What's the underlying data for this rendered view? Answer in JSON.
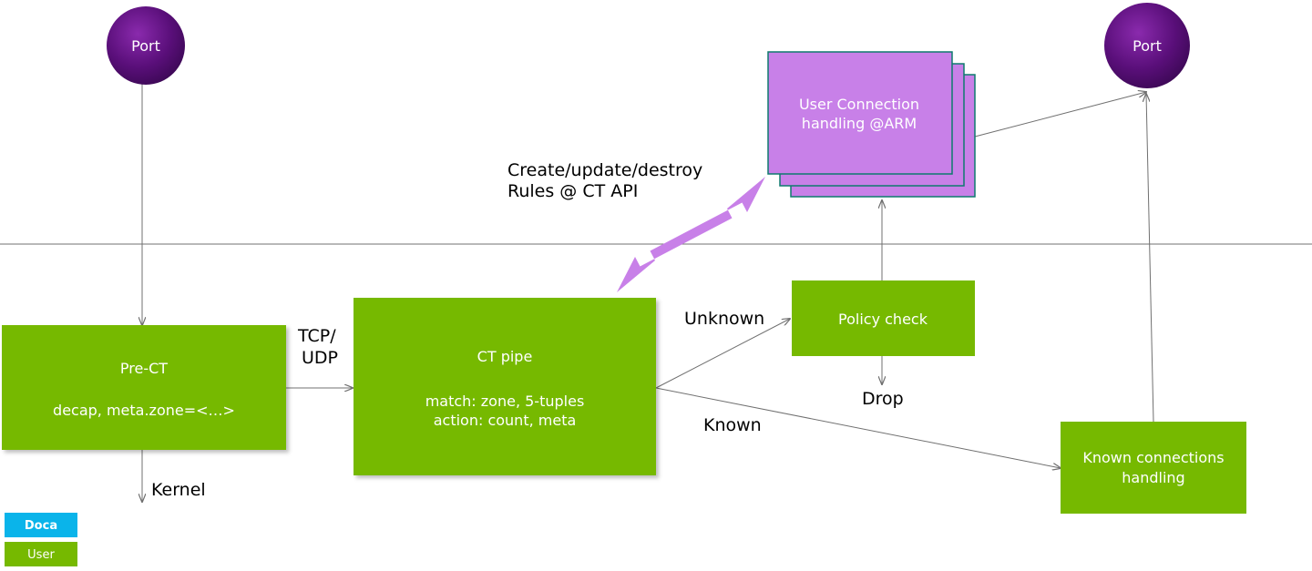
{
  "colors": {
    "green": "#76b900",
    "purple_light": "#c880e8",
    "purple_border": "#0e7a6e",
    "port_circle": "#5a0f7a",
    "doca_blue": "#0ab4ea",
    "line_gray": "#707070",
    "text_dark": "#000000",
    "text_light": "#ffffff"
  },
  "nodes": {
    "port_left": "Port",
    "port_right": "Port",
    "pre_ct": {
      "title": "Pre-CT",
      "subtitle": "decap, meta.zone=<…>"
    },
    "ct_pipe": {
      "title": "CT pipe",
      "line1": "match: zone, 5-tuples",
      "line2": "action: count, meta"
    },
    "policy_check": "Policy check",
    "user_conn": {
      "line1": "User Connection",
      "line2": "handling @ARM"
    },
    "known_conn": {
      "line1": "Known connections",
      "line2": "handling"
    }
  },
  "edge_labels": {
    "tcp": "TCP/",
    "udp": "UDP",
    "unknown": "Unknown",
    "known": "Known",
    "drop": "Drop",
    "kernel": "Kernel",
    "api_line1": "Create/update/destroy",
    "api_line2": "Rules @ CT API"
  },
  "legend": {
    "doca": "Doca",
    "user": "User"
  }
}
